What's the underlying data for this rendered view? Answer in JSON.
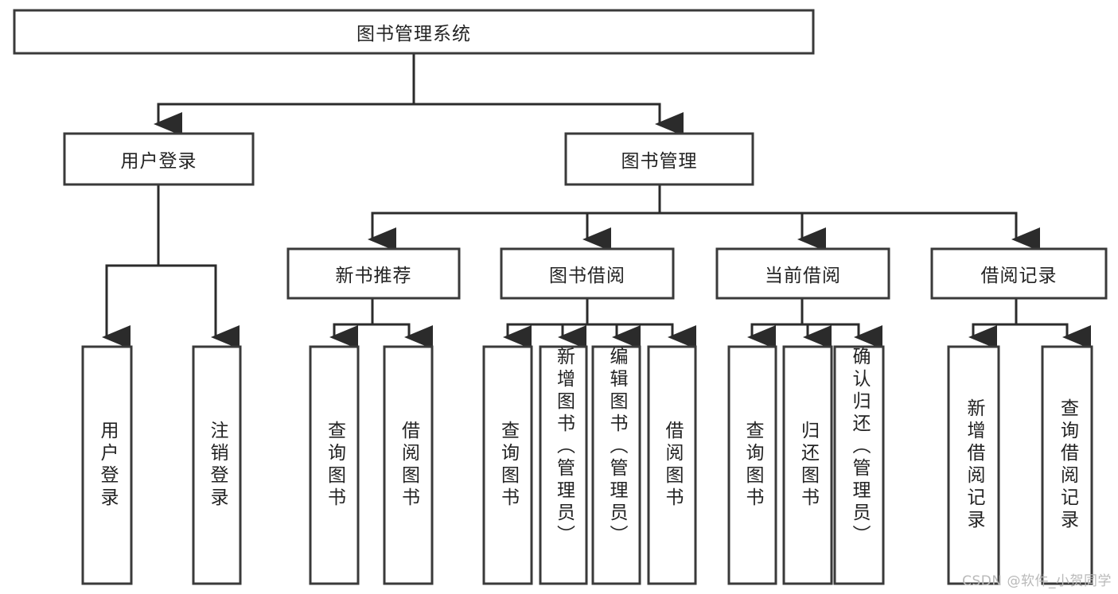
{
  "diagram": {
    "type": "tree-hierarchy",
    "title": "图书管理系统",
    "orientation": "top-down",
    "colors": {
      "box_stroke": "#3a3a3a",
      "box_fill": "#ffffff",
      "connector": "#2b2b2b",
      "text": "#232323",
      "watermark": "#b9b9b9",
      "background": "#ffffff"
    },
    "root": {
      "label": "图书管理系统"
    },
    "level2": [
      {
        "label": "用户登录"
      },
      {
        "label": "图书管理"
      }
    ],
    "level3": [
      {
        "label": "新书推荐"
      },
      {
        "label": "图书借阅"
      },
      {
        "label": "当前借阅"
      },
      {
        "label": "借阅记录"
      }
    ],
    "leaves": {
      "user_login": [
        {
          "label": "用户登录"
        },
        {
          "label": "注销登录"
        }
      ],
      "new_book_recommend": [
        {
          "label": "查询图书"
        },
        {
          "label": "借阅图书"
        }
      ],
      "book_borrow": [
        {
          "label": "查询图书"
        },
        {
          "label": "新增图书（管理员）"
        },
        {
          "label": "编辑图书（管理员）"
        },
        {
          "label": "借阅图书"
        }
      ],
      "current_borrow": [
        {
          "label": "查询图书"
        },
        {
          "label": "归还图书"
        },
        {
          "label": "确认归还（管理员）"
        }
      ],
      "borrow_record": [
        {
          "label": "新增借阅记录"
        },
        {
          "label": "查询借阅记录"
        }
      ]
    }
  },
  "watermark": {
    "text": "CSDN @软件_小贺同学"
  }
}
